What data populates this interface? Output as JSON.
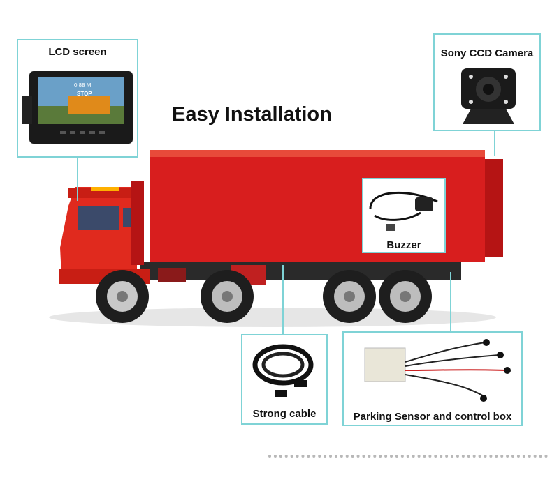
{
  "title": "Easy Installation",
  "callouts": {
    "lcd": {
      "label": "LCD screen",
      "screen_text_distance": "0.88 M",
      "screen_text_stop": "STOP"
    },
    "camera": {
      "label": "Sony CCD Camera"
    },
    "buzzer": {
      "label": "Buzzer"
    },
    "cable": {
      "label": "Strong cable"
    },
    "sensor": {
      "label": "Parking Sensor and control box"
    }
  },
  "colors": {
    "accent_border": "#7fd3d6",
    "truck_red": "#d81e1e",
    "cab_red": "#e02a1e"
  }
}
